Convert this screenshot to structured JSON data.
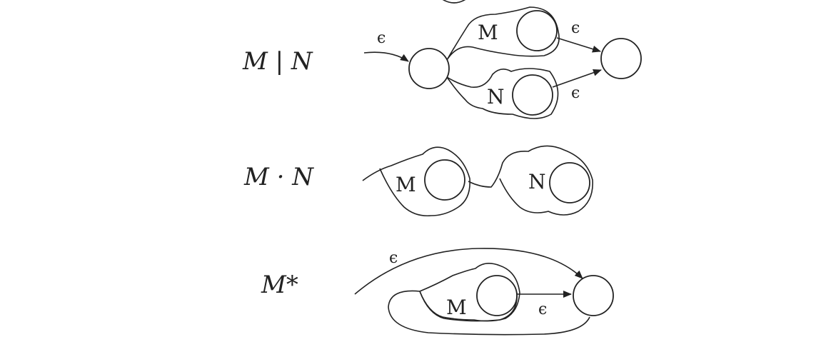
{
  "rows": [
    {
      "expression": "M | N",
      "labels": [
        "M",
        "N"
      ],
      "epsilon": [
        "ϵ",
        "ϵ",
        "ϵ"
      ]
    },
    {
      "expression": "M · N",
      "labels": [
        "M",
        "N"
      ]
    },
    {
      "expression": "M*",
      "labels": [
        "M"
      ],
      "epsilon": [
        "ϵ",
        "ϵ"
      ]
    }
  ]
}
